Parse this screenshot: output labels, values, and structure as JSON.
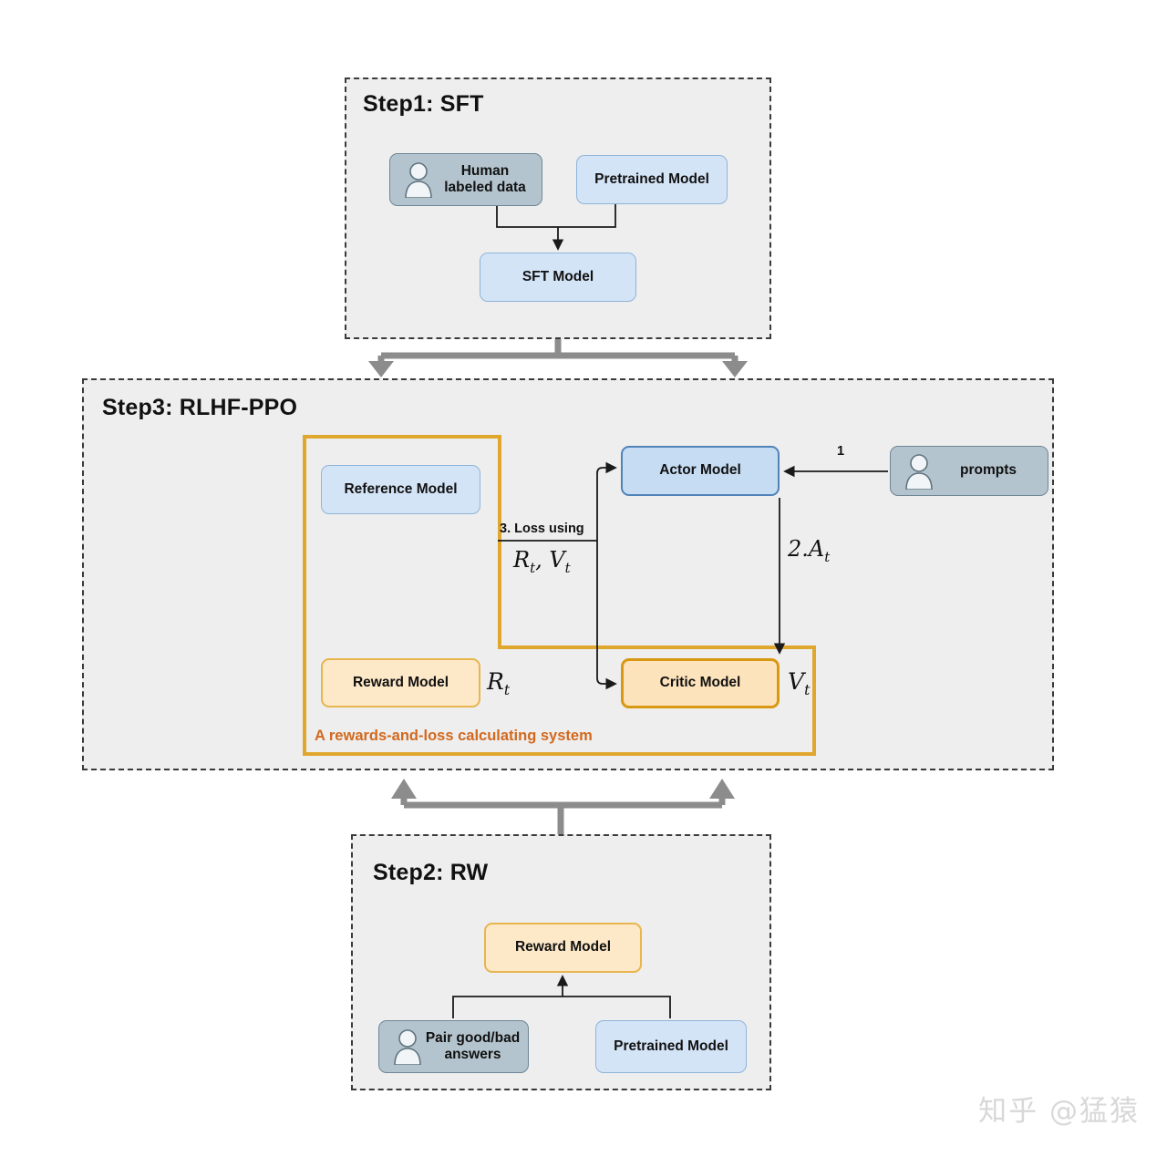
{
  "diagram": {
    "title_steps": [
      {
        "id": "step1",
        "label": "Step1: SFT"
      },
      {
        "id": "step3",
        "label": "Step3: RLHF-PPO"
      },
      {
        "id": "step2",
        "label": "Step2: RW"
      }
    ],
    "step1": {
      "title": "Step1: SFT",
      "nodes": {
        "human_labeled_data": "Human\nlabeled data",
        "human_labeled_data_line1": "Human",
        "human_labeled_data_line2": "labeled data",
        "pretrained_model": "Pretrained Model",
        "sft_model": "SFT Model"
      }
    },
    "step3": {
      "title": "Step3: RLHF-PPO",
      "nodes": {
        "reference_model": "Reference Model",
        "reward_model": "Reward Model",
        "actor_model": "Actor Model",
        "critic_model": "Critic Model",
        "prompts": "prompts"
      },
      "group_caption": "A rewards-and-loss calculating system",
      "edge_labels": {
        "prompts_to_actor": "1",
        "actor_to_critic": "2.A",
        "actor_to_critic_sub": "t",
        "loss_using": "3. Loss using",
        "loss_terms_r": "R",
        "loss_terms_r_sub": "t",
        "loss_terms_sep": ", ",
        "loss_terms_v": "V",
        "loss_terms_v_sub": "t"
      },
      "value_labels": {
        "reward_output": "R",
        "reward_output_sub": "t",
        "critic_output": "V",
        "critic_output_sub": "t"
      }
    },
    "step2": {
      "title": "Step2: RW",
      "nodes": {
        "reward_model": "Reward Model",
        "pair_answers_line1": "Pair good/bad",
        "pair_answers_line2": "answers",
        "pretrained_model": "Pretrained Model"
      }
    },
    "watermark": "知乎 @猛猿",
    "colors": {
      "blue_fill": "#d4e4f7",
      "blue_border": "#8fb4d9",
      "blue_strong_border": "#5183b8",
      "gray_fill": "#b4c4ce",
      "gray_border": "#6f8694",
      "orange_fill": "#fde8c8",
      "orange_border": "#e8b54e",
      "orange_strong_border": "#d99812",
      "group_caption_color": "#d2691e",
      "panel_fill": "#eeeeee",
      "panel_border": "#3a3a3a",
      "connector_gray": "#8c8c8c",
      "connector_black": "#1a1a1a"
    }
  }
}
